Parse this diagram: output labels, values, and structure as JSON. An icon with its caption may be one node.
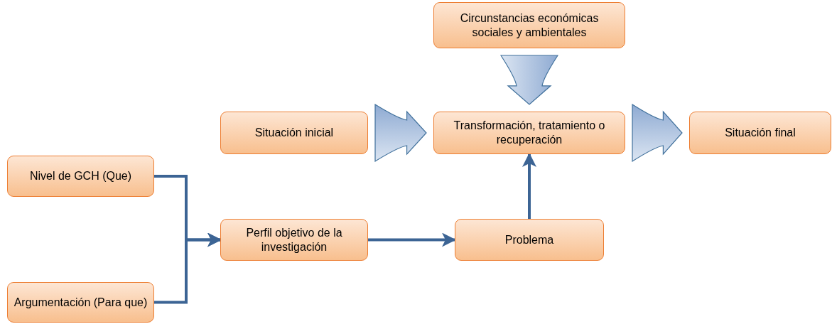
{
  "diagram": {
    "nodes": [
      {
        "text": [
          "Circunstancias económicas sociales y ambientales"
        ]
      },
      {
        "text": [
          "Situación inicial"
        ]
      },
      {
        "text": [
          "Transformación, tratamiento o recuperación"
        ]
      },
      {
        "text": [
          "Situación final"
        ]
      },
      {
        "text": [
          "Nivel de GCH (Que)"
        ]
      },
      {
        "text": [
          "Perfil objetivo de la investigación"
        ]
      },
      {
        "text": [
          "Problema"
        ]
      },
      {
        "text": [
          "Argumentación (Para que)"
        ]
      }
    ],
    "edges": [
      {
        "from": 0,
        "to": 2,
        "arrow": "to",
        "style": "thick"
      },
      {
        "from": 1,
        "to": 2,
        "arrow": "to",
        "style": "thick"
      },
      {
        "from": 2,
        "to": 3,
        "arrow": "to",
        "style": "thick"
      },
      {
        "from": 4,
        "to": 5,
        "arrow": "to"
      },
      {
        "from": 7,
        "to": 5,
        "arrow": "to"
      },
      {
        "from": 5,
        "to": 6,
        "arrow": "to"
      },
      {
        "from": 6,
        "to": 2,
        "arrow": "to"
      }
    ]
  }
}
